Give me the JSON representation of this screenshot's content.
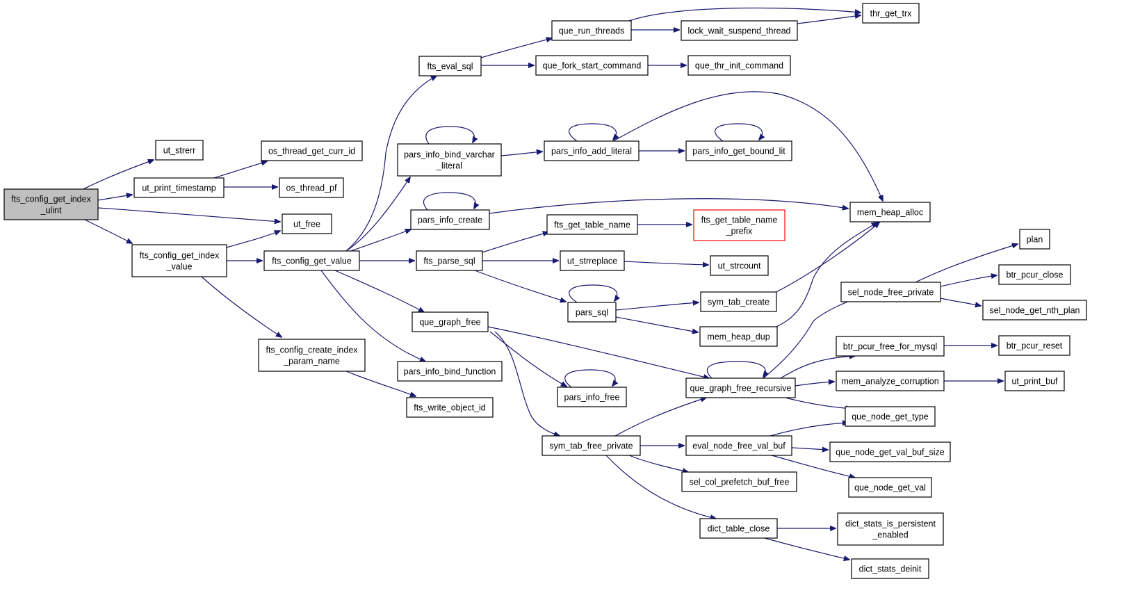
{
  "nodes": {
    "n_root": [
      "fts_config_get_index",
      "_ulint"
    ],
    "n_strerr": [
      "ut_strerr"
    ],
    "n_print_ts": [
      "ut_print_timestamp"
    ],
    "n_ut_free": [
      "ut_free"
    ],
    "n_get_index_value": [
      "fts_config_get_index",
      "_value"
    ],
    "n_os_curr_id": [
      "os_thread_get_curr_id"
    ],
    "n_os_pf": [
      "os_thread_pf"
    ],
    "n_get_value": [
      "fts_config_get_value"
    ],
    "n_create_param": [
      "fts_config_create_index",
      "_param_name"
    ],
    "n_write_obj": [
      "fts_write_object_id"
    ],
    "n_eval_sql": [
      "fts_eval_sql"
    ],
    "n_bind_varchar": [
      "pars_info_bind_varchar",
      "_literal"
    ],
    "n_info_create": [
      "pars_info_create"
    ],
    "n_parse_sql": [
      "fts_parse_sql"
    ],
    "n_graph_free": [
      "que_graph_free"
    ],
    "n_bind_function": [
      "pars_info_bind_function"
    ],
    "n_run_threads": [
      "que_run_threads"
    ],
    "n_fork_start": [
      "que_fork_start_command"
    ],
    "n_add_literal": [
      "pars_info_add_literal"
    ],
    "n_get_table_name": [
      "fts_get_table_name"
    ],
    "n_strreplace": [
      "ut_strreplace"
    ],
    "n_pars_sql": [
      "pars_sql"
    ],
    "n_info_free": [
      "pars_info_free"
    ],
    "n_sym_free_priv": [
      "sym_tab_free_private"
    ],
    "n_lock_wait": [
      "lock_wait_suspend_thread"
    ],
    "n_thr_init": [
      "que_thr_init_command"
    ],
    "n_get_bound_lit": [
      "pars_info_get_bound_lit"
    ],
    "n_table_prefix": [
      "fts_get_table_name",
      "_prefix"
    ],
    "n_strcount": [
      "ut_strcount"
    ],
    "n_sym_create": [
      "sym_tab_create"
    ],
    "n_heap_dup": [
      "mem_heap_dup"
    ],
    "n_graph_free_rec": [
      "que_graph_free_recursive"
    ],
    "n_eval_free_buf": [
      "eval_node_free_val_buf"
    ],
    "n_prefetch_free": [
      "sel_col_prefetch_buf_free"
    ],
    "n_dict_close": [
      "dict_table_close"
    ],
    "n_thr_get_trx": [
      "thr_get_trx"
    ],
    "n_heap_alloc": [
      "mem_heap_alloc"
    ],
    "n_sel_free_priv": [
      "sel_node_free_private"
    ],
    "n_pcur_free_mysql": [
      "btr_pcur_free_for_mysql"
    ],
    "n_mem_analyze": [
      "mem_analyze_corruption"
    ],
    "n_get_type": [
      "que_node_get_type"
    ],
    "n_val_buf_size": [
      "que_node_get_val_buf_size"
    ],
    "n_get_val": [
      "que_node_get_val"
    ],
    "n_stats_persist": [
      "dict_stats_is_persistent",
      "_enabled"
    ],
    "n_stats_deinit": [
      "dict_stats_deinit"
    ],
    "n_plan": [
      "plan"
    ],
    "n_pcur_close": [
      "btr_pcur_close"
    ],
    "n_nth_plan": [
      "sel_node_get_nth_plan"
    ],
    "n_pcur_reset": [
      "btr_pcur_reset"
    ],
    "n_print_buf": [
      "ut_print_buf"
    ]
  },
  "colors": {
    "edge": "#191970",
    "root_fill": "#bfbfbf",
    "node_border": "#000000",
    "truncated_border": "#ff0000"
  }
}
